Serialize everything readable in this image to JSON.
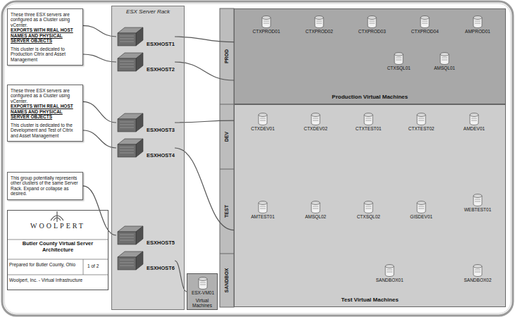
{
  "diagram": {
    "nodes": [
      {
        "text": [
          "These three ESX servers are configured as a Cluster using vCenter.",
          "EXPORTS WITH REAL HOST NAMES AND PHYSICAL SERVER OBJECTS",
          "This cluster is dedicated to Production Citrix and Asset Management"
        ]
      },
      {
        "text": [
          "These three ESX servers are configured as a Cluster using vCenter.",
          "EXPORTS WITH REAL HOST NAMES AND PHYSICAL SERVER OBJECTS",
          "This cluster is dedicated to the Development and Test of Citrix and Asset Management"
        ]
      },
      {
        "text": [
          "This group potentially represents other clusters of the same Server Rack. Expand or collapse as desired."
        ]
      },
      {
        "text": [
          "ESX Server Rack"
        ]
      },
      {
        "text": [
          "ESXHOST1"
        ],
        "in": 3
      },
      {
        "text": [
          "ESXHOST2"
        ],
        "in": 3
      },
      {
        "text": [
          "ESXHOST3"
        ],
        "in": 3
      },
      {
        "text": [
          "ESXHOST4"
        ],
        "in": 3
      },
      {
        "text": [
          "ESXHOST5"
        ],
        "in": 3
      },
      {
        "text": [
          "ESXHOST6"
        ],
        "in": 3
      },
      {
        "text": [
          "WOOLPERT",
          "Butler County Virtual Server Architecture"
        ]
      },
      {
        "text": [
          "Virtual Machines"
        ]
      },
      {
        "text": [
          "ESX-VM01"
        ],
        "in": 11
      },
      {
        "text": [
          "Production Virtual Machines"
        ]
      },
      {
        "text": [
          "CTXPROD01"
        ],
        "in": 13
      },
      {
        "text": [
          "CTXPROD02"
        ],
        "in": 13
      },
      {
        "text": [
          "CTXPROD03"
        ],
        "in": 13
      },
      {
        "text": [
          "CTXPROD04"
        ],
        "in": 13
      },
      {
        "text": [
          "AMPROD01"
        ],
        "in": 13
      },
      {
        "text": [
          "CTXSQL01"
        ],
        "in": 13
      },
      {
        "text": [
          "AMSQL01"
        ],
        "in": 13
      },
      {
        "text": [
          "Test Virtual Machines"
        ]
      },
      {
        "text": [
          "CTXDEV01"
        ],
        "in": 21
      },
      {
        "text": [
          "CTXDEV02"
        ],
        "in": 21
      },
      {
        "text": [
          "CTXTEST01"
        ],
        "in": 21
      },
      {
        "text": [
          "CTXTEST02"
        ],
        "in": 21
      },
      {
        "text": [
          "AMDEV01"
        ],
        "in": 21
      },
      {
        "text": [
          "AMTEST01"
        ],
        "in": 21
      },
      {
        "text": [
          "AMSQL02"
        ],
        "in": 21
      },
      {
        "text": [
          "CTXSQL02"
        ],
        "in": 21
      },
      {
        "text": [
          "GISDEV01"
        ],
        "in": 21
      },
      {
        "text": [
          "WEBTEST01"
        ],
        "in": 21
      },
      {
        "text": [
          "SANDBOX01"
        ],
        "in": 21
      },
      {
        "text": [
          "SANDBOX02"
        ],
        "in": 21
      }
    ],
    "edges": [
      {
        "from": 0,
        "to": 4,
        "arrow": "none"
      },
      {
        "from": 0,
        "to": 5,
        "arrow": "none"
      },
      {
        "from": 1,
        "to": 6,
        "arrow": "none"
      },
      {
        "from": 1,
        "to": 7,
        "arrow": "none"
      },
      {
        "from": 2,
        "to": 8,
        "arrow": "none"
      },
      {
        "from": 4,
        "to": 13,
        "arrow": "none"
      },
      {
        "from": 5,
        "to": 13,
        "arrow": "none"
      },
      {
        "from": 6,
        "to": 21,
        "arrow": "none"
      },
      {
        "from": 7,
        "to": 21,
        "arrow": "none"
      },
      {
        "from": 9,
        "to": 11,
        "arrow": "none"
      }
    ],
    "labels": [
      "Prepared for Butler County, Ohio",
      "1 of 2",
      "Woolpert, Inc. - Virtual Infrastructure",
      "PROD",
      "DEV",
      "TEST",
      "SANDBOX"
    ]
  }
}
